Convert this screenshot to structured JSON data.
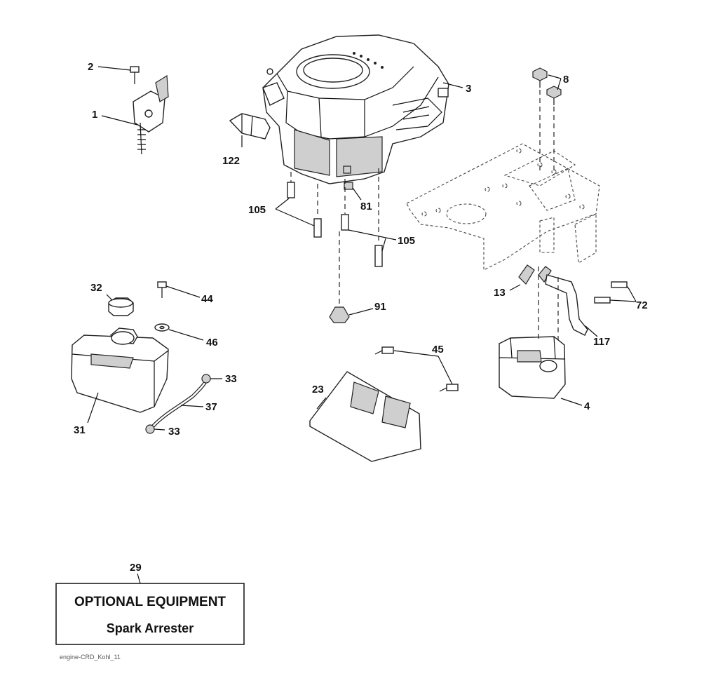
{
  "diagram": {
    "callouts": {
      "c1": "1",
      "c2": "2",
      "c3": "3",
      "c4": "4",
      "c8": "8",
      "c13": "13",
      "c23": "23",
      "c29": "29",
      "c31": "31",
      "c32": "32",
      "c33a": "33",
      "c33b": "33",
      "c37": "37",
      "c44": "44",
      "c45": "45",
      "c46": "46",
      "c72": "72",
      "c81": "81",
      "c91": "91",
      "c105a": "105",
      "c105b": "105",
      "c117": "117",
      "c122": "122"
    },
    "optional_box": {
      "title": "OPTIONAL EQUIPMENT",
      "subtitle": "Spark Arrester"
    },
    "footer_id": "engine-CRD_Kohl_11"
  }
}
